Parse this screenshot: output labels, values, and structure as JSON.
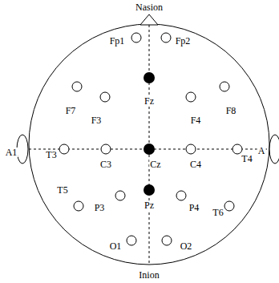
{
  "diagram": {
    "labels": [
      "Nasion",
      "Fp1",
      "Fp2",
      "F7",
      "Fz",
      "F8",
      "F3",
      "F4",
      "A1",
      "A",
      "T3",
      "C3",
      "Cz",
      "C4",
      "T4",
      "T5",
      "P3",
      "Pz",
      "P4",
      "T6",
      "O1",
      "O2",
      "Inion"
    ]
  }
}
